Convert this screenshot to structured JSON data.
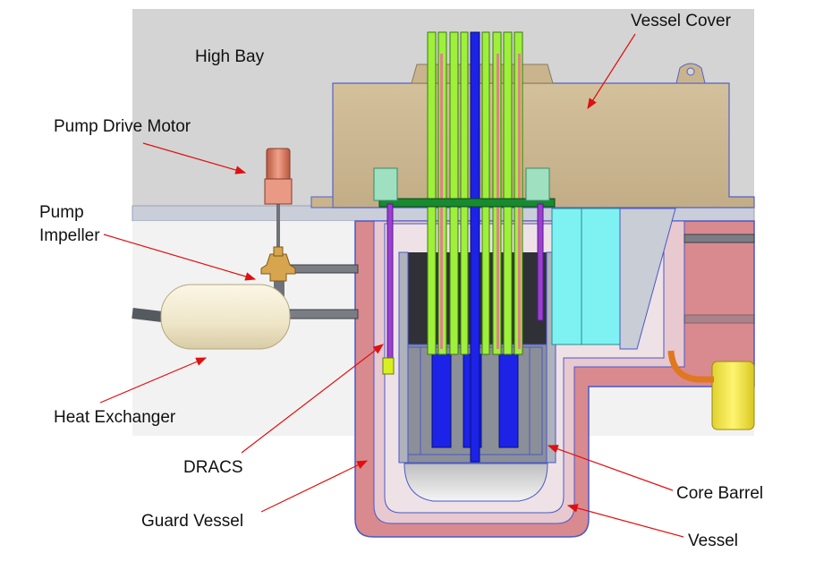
{
  "labels": {
    "high_bay": "High Bay",
    "vessel_cover": "Vessel Cover",
    "pump_drive_motor": "Pump Drive Motor",
    "pump_impeller_line1": "Pump",
    "pump_impeller_line2": "Impeller",
    "heat_exchanger": "Heat Exchanger",
    "dracs": "DRACS",
    "guard_vessel": "Guard Vessel",
    "core_barrel": "Core Barrel",
    "vessel": "Vessel"
  },
  "colors": {
    "high_bay": "#d4d4d4",
    "floor_band": "#c8cdd8",
    "vessel_cover": "#c9b48e",
    "guard_vessel": "#d98a8f",
    "salt_fill": "#e7c6cc",
    "outline": "#4a57c8",
    "fuel_rods": "#9ef03a",
    "core_blue": "#1c22e6",
    "dracs_purple": "#9b3fd1",
    "cyan_hx": "#7ef2f2",
    "yellow_tank": "#f0e640",
    "heat_exchanger": "#f3ecd4",
    "pipe_gray": "#6f7378",
    "motor_copper": "#d9826a",
    "pump_brass": "#d7a54e",
    "annotation_arrow": "#e01010"
  }
}
